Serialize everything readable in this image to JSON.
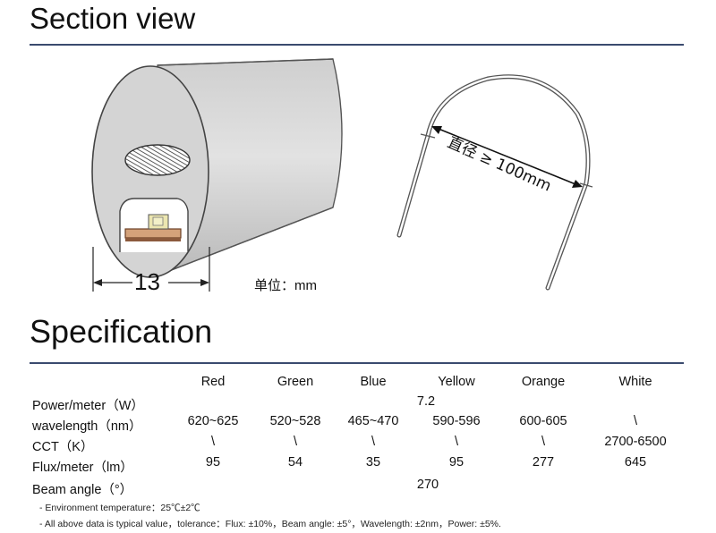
{
  "section_view": {
    "title": "Section view",
    "width_dimension": "13",
    "unit_label": "单位：mm",
    "bend_label": "直径 ≥ 100mm"
  },
  "specification": {
    "title": "Specification",
    "columns": [
      "Red",
      "Green",
      "Blue",
      "Yellow",
      "Orange",
      "White"
    ],
    "rows": [
      {
        "label": "Power/meter（W）",
        "merged": "7.2"
      },
      {
        "label": "wavelength（nm）",
        "values": [
          "620~625",
          "520~528",
          "465~470",
          "590-596",
          "600-605",
          "\\"
        ]
      },
      {
        "label": "CCT（K）",
        "values": [
          "\\",
          "\\",
          "\\",
          "\\",
          "\\",
          "2700-6500"
        ]
      },
      {
        "label": "Flux/meter（lm）",
        "values": [
          "95",
          "54",
          "35",
          "95",
          "277",
          "645"
        ]
      },
      {
        "label": "Beam angle（°）",
        "merged": "270"
      }
    ],
    "notes": [
      "-  Environment temperature：25℃±2℃",
      "-  All above data is typical value，tolerance：Flux: ±10%，Beam angle: ±5°，Wavelength: ±2nm，Power: ±5%."
    ]
  }
}
